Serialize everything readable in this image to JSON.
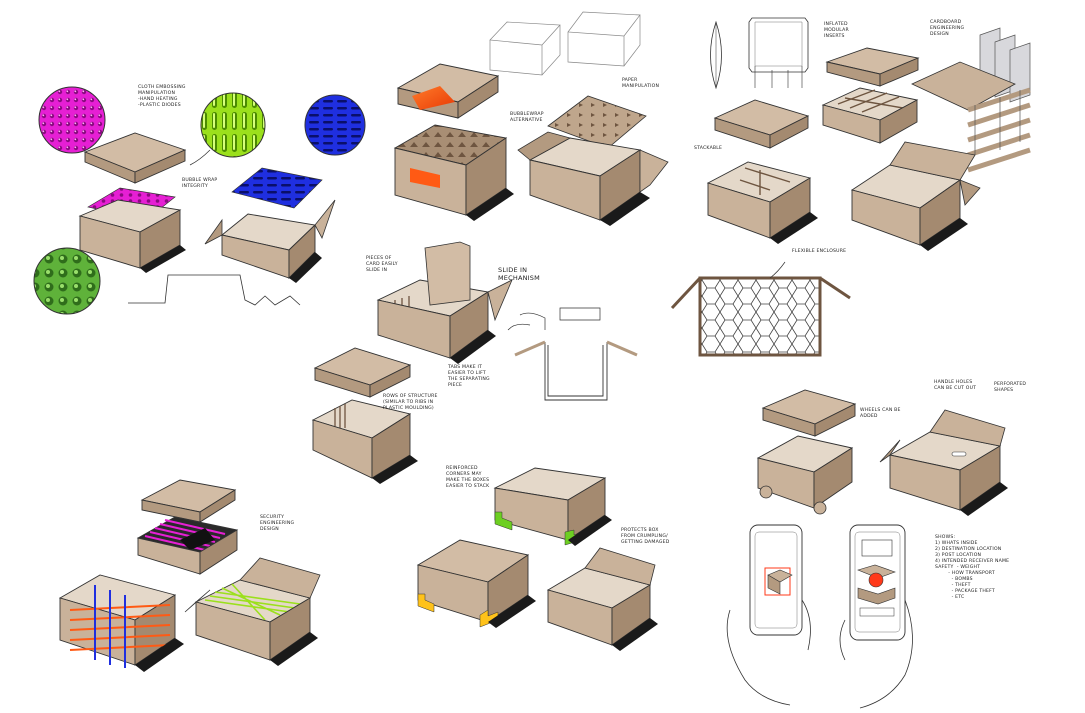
{
  "annotations": {
    "cloth_embossing": "CLOTH EMBOSSING\nMANIPULATION\n-HAND HEATING\n-PLASTIC DIODES",
    "bubble_wrap_integrity": "BUBBLE WRAP\nINTEGRITY",
    "bubblewrap_alternative": "BUBBLEWRAP\nALTERNATIVE",
    "paper_manipulation": "PAPER\nMANIPULATION",
    "inflated_modular_inserts": "INFLATED\nMODULAR\nINSERTS",
    "cardboard_engineering": "CARDBOARD\nENGINEERING\nDESIGN",
    "stackable": "STACKABLE",
    "flexible_enclosure": "FLEXIBLE ENCLOSURE",
    "pieces_of_card": "PIECES OF\nCARD EASILY\nSLIDE IN",
    "slide_in_mechanism": "SLIDE IN\nMECHANISM",
    "tabs_lift": "TABS MAKE IT\nEASIER TO LIFT\nTHE SEPARATING\nPIECE",
    "rows_of_structure": "ROWS OF STRUCTURE\n(SIMILAR TO RIBS IN\nPLASTIC MOULDING)",
    "wheels_added": "WHEELS CAN BE\nADDED",
    "handle_holes": "HANDLE HOLES\nCAN BE CUT OUT",
    "perforated_shapes": "PERFORATED\nSHAPES",
    "security_engineering": "SECURITY\nENGINEERING\nDESIGN",
    "reinforced_corners": "REINFORCED\nCORNERS MAY\nMAKE THE BOXES\nEASIER TO STACK",
    "protects_box": "PROTECTS BOX\nFROM CRUMPLING/\nGETTING DAMAGED",
    "app_shows": "SHOWS:\n1) WHATS INSIDE\n2) DESTINATION LOCATION\n3) POST LOCATION\n4) INTENDED RECEIVER NAME\nSAFETY  - WEIGHT\n        - HOW TRANSPORT\n          - BOMBS\n          - THEFT\n          - PACKAGE THEFT\n          - ETC"
  },
  "colors": {
    "kraft": "#c9b29a",
    "kraft_side": "#b39a80",
    "kraft_inner": "#e4d8c9",
    "outline": "#333333",
    "shadow": "#1a1a1a",
    "magenta": "#e61fd4",
    "lime": "#9be01c",
    "blue": "#1f2fe0",
    "green_bubbles": "#5fb23a",
    "orange": "#ff5a14",
    "yellow": "#ffc21a",
    "green_corner": "#6dcf22"
  },
  "icons": [
    "bubble-texture-circle",
    "cardboard-box",
    "open-box",
    "phone-hand",
    "leaf-shape"
  ]
}
